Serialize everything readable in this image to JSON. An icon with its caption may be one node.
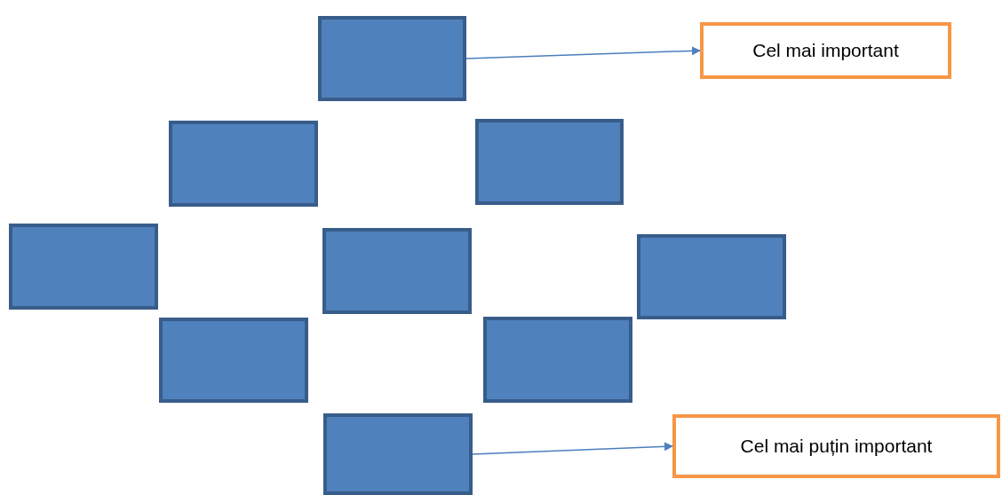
{
  "diagram": {
    "nodes": [
      {
        "text": [],
        "shape": "box"
      },
      {
        "text": [
          "Cel mai important"
        ]
      },
      {
        "text": [],
        "shape": "box"
      },
      {
        "text": [],
        "shape": "box"
      },
      {
        "text": [],
        "shape": "box"
      },
      {
        "text": [],
        "shape": "box"
      },
      {
        "text": [],
        "shape": "box"
      },
      {
        "text": [],
        "shape": "box"
      },
      {
        "text": [],
        "shape": "box"
      },
      {
        "text": [],
        "shape": "box"
      },
      {
        "text": [
          "Cel mai puțin important"
        ]
      }
    ],
    "edges": [
      {
        "from": 0,
        "to": 1,
        "arrow": "to"
      },
      {
        "from": 9,
        "to": 10,
        "arrow": "to"
      }
    ]
  }
}
